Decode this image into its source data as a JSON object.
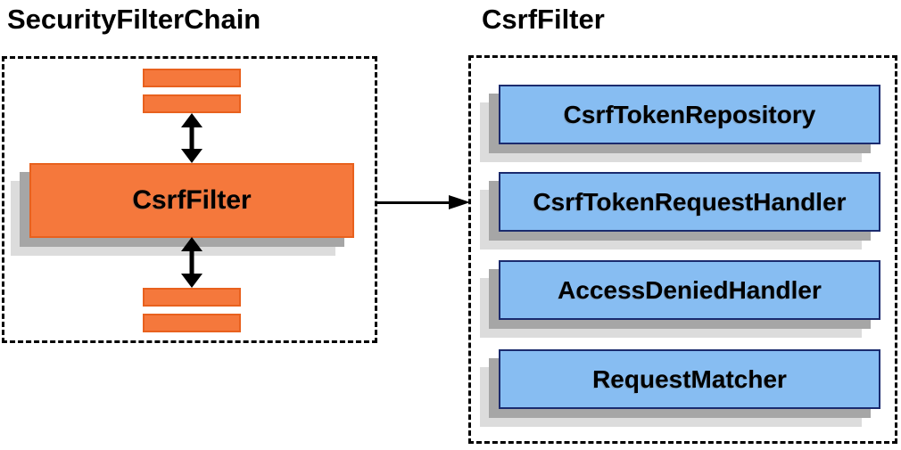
{
  "diagram": {
    "left_panel": {
      "title": "SecurityFilterChain",
      "filter_label": "CsrfFilter"
    },
    "right_panel": {
      "title": "CsrfFilter",
      "components": [
        "CsrfTokenRepository",
        "CsrfTokenRequestHandler",
        "AccessDeniedHandler",
        "RequestMatcher"
      ]
    }
  },
  "colors": {
    "orange-fill": "#F5783C",
    "orange-border": "#E8611E",
    "blue-fill": "#87BDF2",
    "blue-border": "#1B2B6E",
    "shadow-dark": "#A6A6A6",
    "shadow-light": "#DCDCDC",
    "line": "#000000"
  }
}
